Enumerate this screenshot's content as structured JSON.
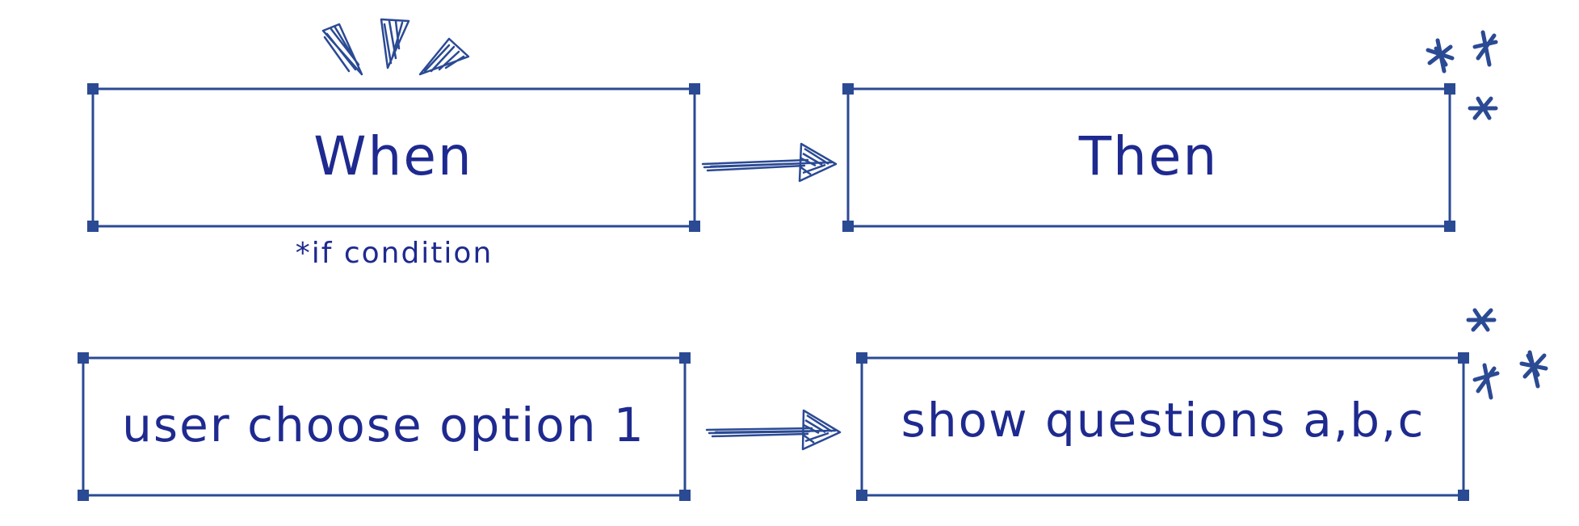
{
  "diagram": {
    "nodes": [
      {
        "id": "when",
        "label": "When",
        "note": "*if condition"
      },
      {
        "id": "then",
        "label": "Then"
      },
      {
        "id": "condition",
        "label": "user choose option 1"
      },
      {
        "id": "action",
        "label": "show questions a,b,c"
      }
    ],
    "edges": [
      {
        "from": "when",
        "to": "then"
      },
      {
        "from": "condition",
        "to": "action"
      }
    ],
    "colors": {
      "stroke": "#2b4a94",
      "text": "#1e2a8f",
      "background": "#ffffff"
    },
    "decorations": [
      "sparkle-triangles",
      "asterisk-doodles"
    ]
  }
}
